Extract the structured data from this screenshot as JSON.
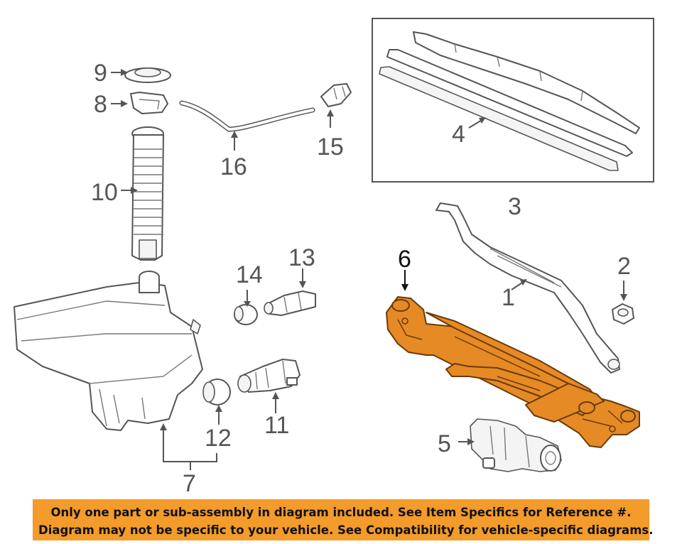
{
  "callouts": {
    "c1": "1",
    "c2": "2",
    "c3": "3",
    "c4": "4",
    "c5": "5",
    "c6": "6",
    "c7": "7",
    "c8": "8",
    "c9": "9",
    "c10": "10",
    "c11": "11",
    "c12": "12",
    "c13": "13",
    "c14": "14",
    "c15": "15",
    "c16": "16"
  },
  "highlighted_part": "6",
  "highlight_color": "#e58a25",
  "notice": {
    "line1": "Only one part or sub-assembly in diagram included. See Item Specifics for Reference #.",
    "line2": "Diagram may not be specific to your vehicle. See Compatibility for vehicle-specific diagrams."
  },
  "notice_color": "#f39b2b"
}
